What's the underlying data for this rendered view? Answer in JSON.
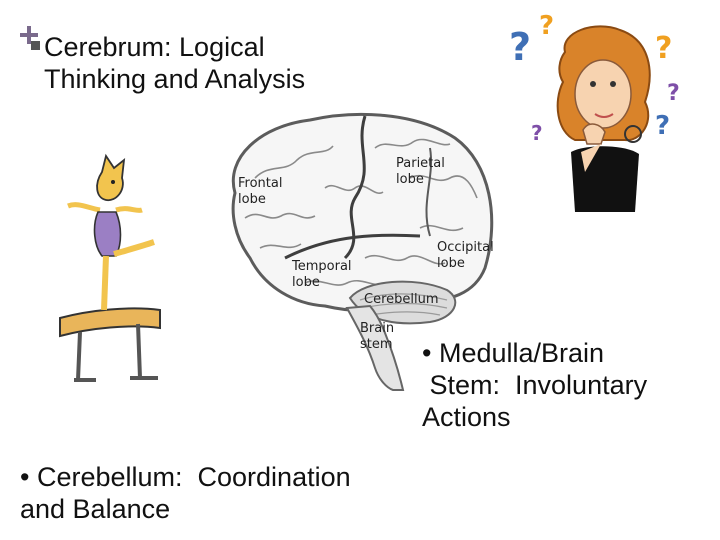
{
  "title": {
    "line1": "Cerebrum: Logical",
    "line2": "Thinking and Analysis"
  },
  "diagram": {
    "labels": {
      "frontal": [
        "Frontal",
        "lobe"
      ],
      "parietal": [
        "Parietal",
        "lobe"
      ],
      "occipital": [
        "Occipital",
        "lobe"
      ],
      "temporal": [
        "Temporal",
        "lobe"
      ],
      "cerebellum": "Cerebellum",
      "brainstem": [
        "Brain",
        "stem"
      ]
    }
  },
  "notes": {
    "medulla": [
      "• Medulla/Brain",
      " Stem:  Involuntary",
      "Actions"
    ],
    "cerebellum": [
      "• Cerebellum:  Coordination",
      "and Balance"
    ]
  },
  "icons": {
    "bullet": "plus-square",
    "gymnast": "cartoon-gymnast-on-beam",
    "thinker": "thinking-woman-with-question-marks"
  },
  "colors": {
    "accent": "#7a6a8c",
    "question_blue": "#3f6fb5",
    "question_orange": "#f0a020",
    "question_purple": "#7e4fa8",
    "beam": "#e9b55a",
    "leotard": "#9b7fc4"
  }
}
